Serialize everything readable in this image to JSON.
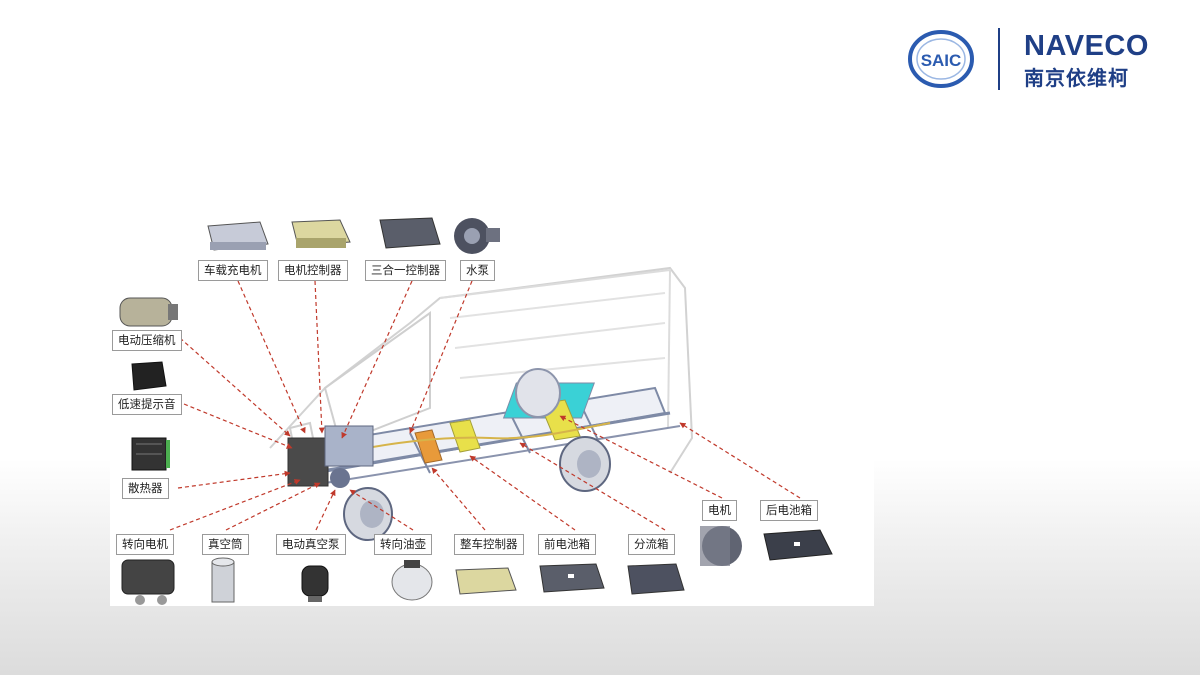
{
  "brand": {
    "seal_text": "SAIC",
    "name": "NAVECO",
    "name_cn": "南京依维柯",
    "colors": {
      "primary": "#1f3f86",
      "seal": "#2b5bb0"
    }
  },
  "diagram": {
    "labels": {
      "charger": "车载充电机",
      "motor_controller": "电机控制器",
      "three_in_one": "三合一控制器",
      "water_pump": "水泵",
      "ac_compressor": "电动压缩机",
      "sound_alert": "低速提示音",
      "radiator": "散热器",
      "motor": "电机",
      "rear_battery": "后电池箱",
      "steering_motor": "转向电机",
      "vacuum_tank": "真空筒",
      "vacuum_pump": "电动真空泵",
      "steering_oil": "转向油壶",
      "vcu": "整车控制器",
      "front_battery": "前电池箱",
      "junction_box": "分流箱"
    },
    "colors": {
      "leader": "#c0392b",
      "battery": "#3ad1d6",
      "accent": "#e8e04a",
      "frame": "#7e8aa6"
    }
  }
}
